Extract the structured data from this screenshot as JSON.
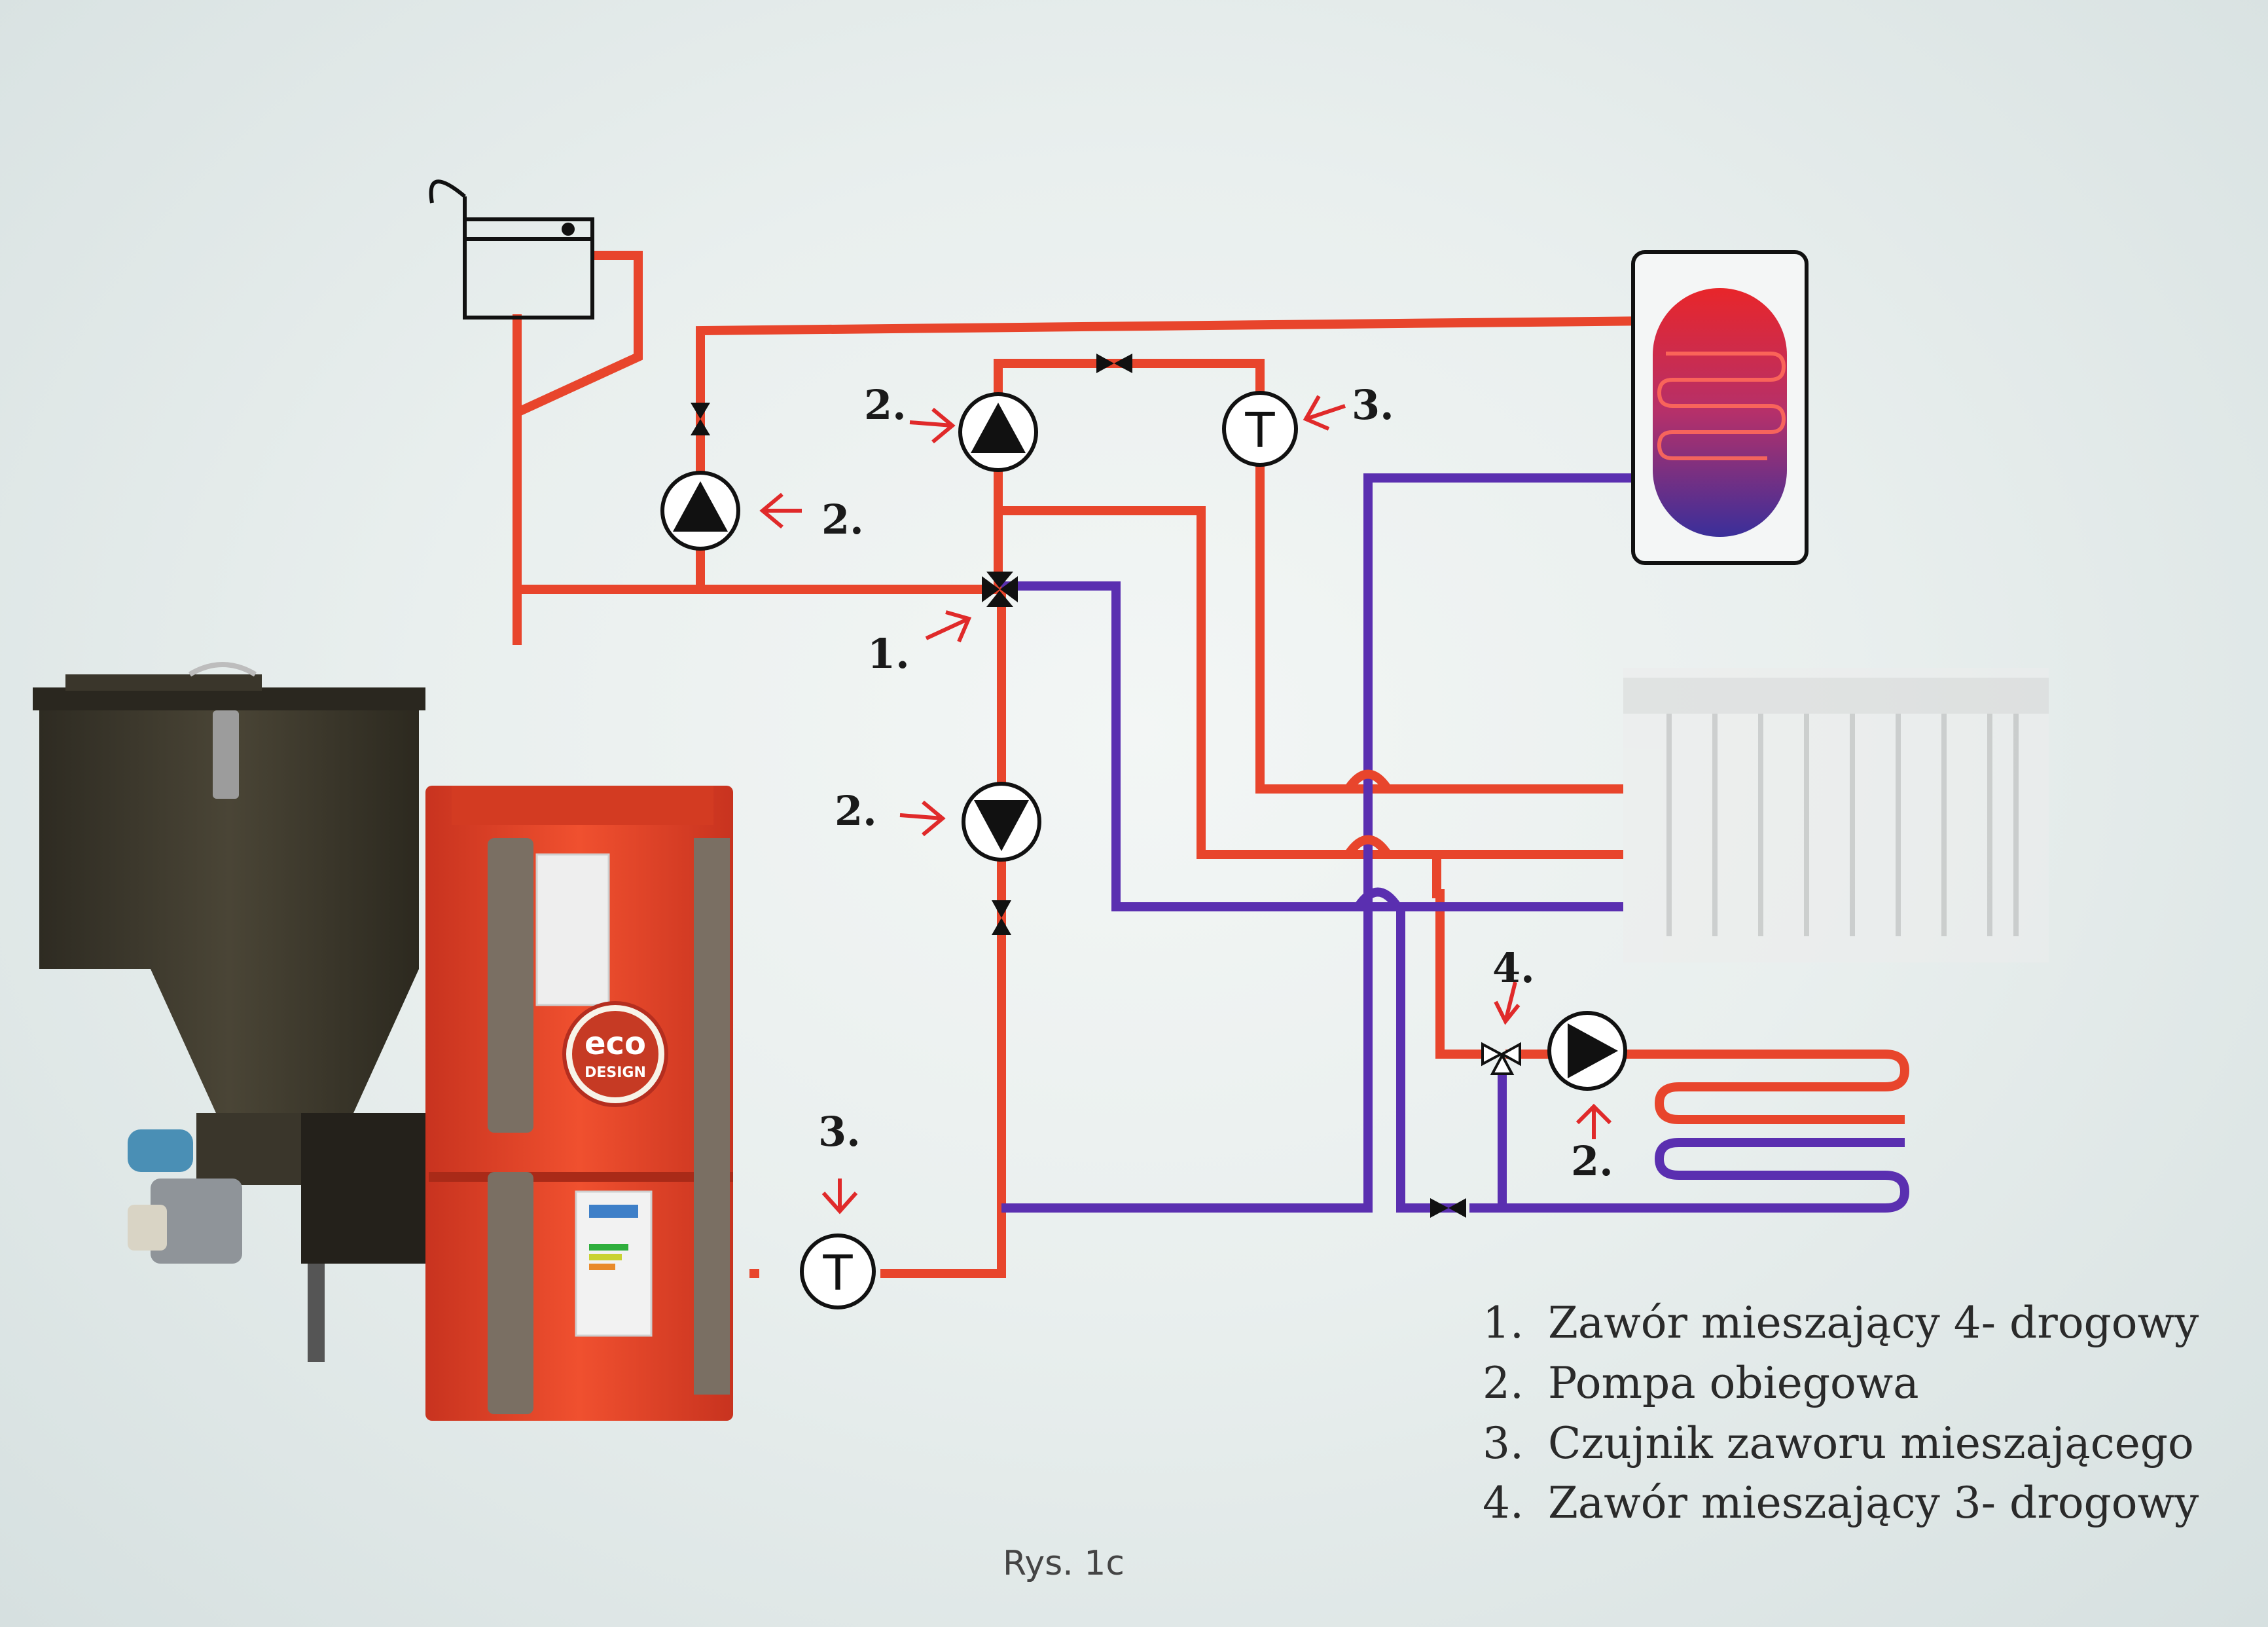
{
  "diagram": {
    "callouts": {
      "mix4": "1.",
      "pump_left": "2.",
      "pump_top": "2.",
      "pump_mid": "2.",
      "pump_floor": "2.",
      "sensor_top": "3.",
      "sensor_bottom": "3.",
      "mix3": "4."
    },
    "sensor_symbol": "T",
    "boiler_badge": {
      "line1": "eco",
      "line2": "DESIGN"
    },
    "colors": {
      "supply": "#e8452c",
      "return": "#5a2fb0",
      "boiler": "#e5432a",
      "hopper": "#3e3a2e"
    }
  },
  "legend": [
    {
      "num": "1.",
      "text": "Zawór mieszający 4- drogowy"
    },
    {
      "num": "2.",
      "text": "Pompa obiegowa"
    },
    {
      "num": "3.",
      "text": "Czujnik zaworu mieszającego"
    },
    {
      "num": "4.",
      "text": "Zawór mieszający 3- drogowy"
    }
  ],
  "caption": "Rys. 1c"
}
